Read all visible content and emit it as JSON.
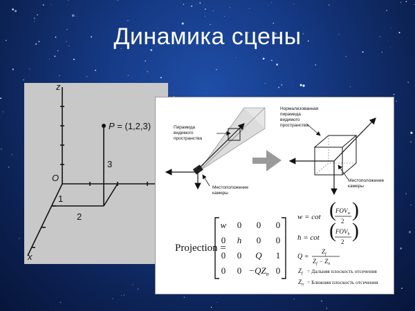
{
  "slide": {
    "title": "Динамика сцены"
  },
  "coord_diagram": {
    "axis_z": "z",
    "axis_x": "x",
    "origin": "O",
    "point_label": "P",
    "point_coords": " = (1,2,3)",
    "dim_x": "1",
    "dim_y": "2",
    "dim_z": "3"
  },
  "frustum_diagram": {
    "frustum_label": [
      "Пирамида",
      "видимого",
      "пространства"
    ],
    "camera_label": [
      "Местоположение",
      "камеры"
    ],
    "normalized_label": [
      "Нормализованная",
      "пирамида",
      "видимого",
      "пространства"
    ],
    "normalized_camera_label": [
      "Местоположение",
      "камеры"
    ]
  },
  "projection": {
    "lhs": "Projection =",
    "matrix": [
      [
        "w",
        "0",
        "0",
        "0"
      ],
      [
        "0",
        "h",
        "0",
        "0"
      ],
      [
        "0",
        "0",
        "Q",
        "1"
      ],
      [
        "0",
        "0",
        "−QZ",
        "0"
      ]
    ],
    "matrix_sub_n": "n",
    "eq_w_lhs": "w = cot",
    "eq_w_num": "FOV",
    "eq_w_num_sub": "w",
    "eq_w_den": "2",
    "eq_h_lhs": "h = cot",
    "eq_h_num": "FOV",
    "eq_h_num_sub": "h",
    "eq_h_den": "2",
    "eq_q_lhs": "Q =",
    "eq_q_num": "Z",
    "eq_q_num_sub": "f",
    "eq_q_den_a": "Z",
    "eq_q_den_a_sub": "f",
    "eq_q_den_op": " − Z",
    "eq_q_den_b_sub": "n",
    "zf_lhs": "Z",
    "zf_sub": "f",
    "zf_text": "=  Дальняя плоскость отсечения",
    "zn_lhs": "Z",
    "zn_sub": "n",
    "zn_text": "=  Ближняя плоскость отсечения"
  }
}
